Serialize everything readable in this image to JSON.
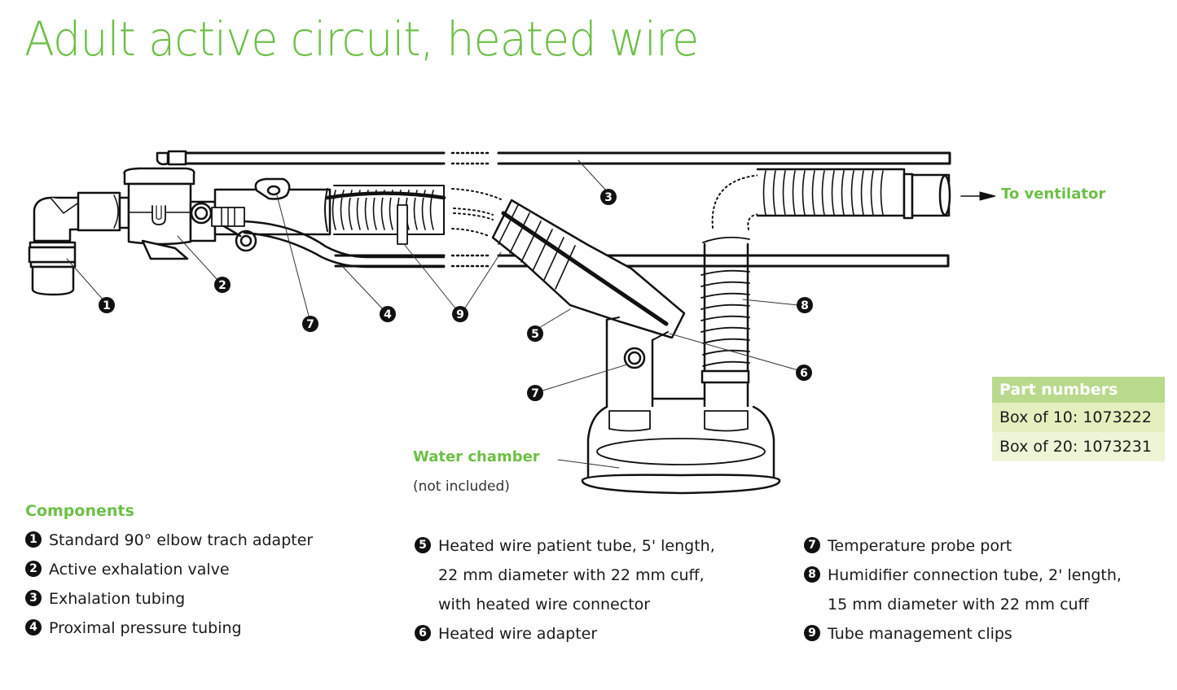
{
  "title": "Adult active circuit, heated wire",
  "diagram": {
    "to_ventilator": "To ventilator",
    "water_chamber": "Water chamber",
    "water_chamber_note": "(not included)",
    "callouts": [
      "1",
      "2",
      "3",
      "4",
      "5",
      "6",
      "7",
      "7",
      "8",
      "9"
    ]
  },
  "part_numbers": {
    "header": "Part numbers",
    "rows": [
      "Box of 10: 1073222",
      "Box of 20: 1073231"
    ]
  },
  "components": {
    "heading": "Components",
    "col1": [
      {
        "num": "1",
        "lines": [
          "Standard 90° elbow trach adapter"
        ]
      },
      {
        "num": "2",
        "lines": [
          "Active exhalation valve"
        ]
      },
      {
        "num": "3",
        "lines": [
          "Exhalation tubing"
        ]
      },
      {
        "num": "4",
        "lines": [
          "Proximal pressure tubing"
        ]
      }
    ],
    "col2": [
      {
        "num": "5",
        "lines": [
          "Heated wire patient tube, 5' length,",
          "22 mm diameter with 22 mm cuff,",
          "with heated wire connector"
        ]
      },
      {
        "num": "6",
        "lines": [
          "Heated wire adapter"
        ]
      }
    ],
    "col3": [
      {
        "num": "7",
        "lines": [
          "Temperature probe port"
        ]
      },
      {
        "num": "8",
        "lines": [
          "Humidifier connection tube, 2' length,",
          "15 mm diameter with 22 mm cuff"
        ]
      },
      {
        "num": "9",
        "lines": [
          "Tube management clips"
        ]
      }
    ]
  }
}
